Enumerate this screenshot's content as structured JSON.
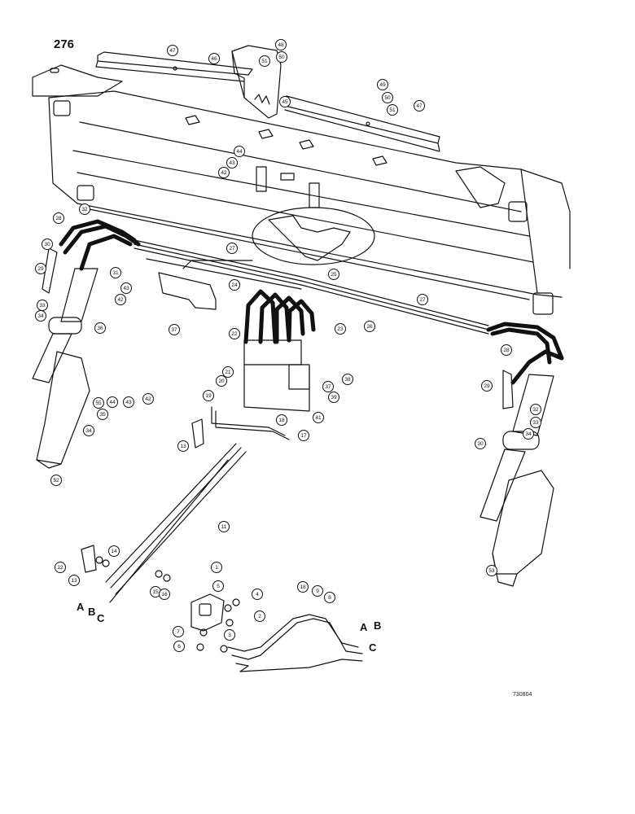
{
  "page_number": "276",
  "figure_code": "730804",
  "port_labels": {
    "a": "A",
    "b": "B",
    "c": "C"
  },
  "callouts": [
    {
      "id": "c47a",
      "label": "47"
    },
    {
      "id": "c46a",
      "label": "46"
    },
    {
      "id": "c48a",
      "label": "48"
    },
    {
      "id": "c50a",
      "label": "50"
    },
    {
      "id": "c51a",
      "label": "51"
    },
    {
      "id": "c45",
      "label": "45"
    },
    {
      "id": "c49",
      "label": "49"
    },
    {
      "id": "c50b",
      "label": "50"
    },
    {
      "id": "c51b",
      "label": "51"
    },
    {
      "id": "c47b",
      "label": "47"
    },
    {
      "id": "c44a",
      "label": "44"
    },
    {
      "id": "c43a",
      "label": "43"
    },
    {
      "id": "c42a",
      "label": "42"
    },
    {
      "id": "c28a",
      "label": "28"
    },
    {
      "id": "c32a",
      "label": "32"
    },
    {
      "id": "c30a",
      "label": "30"
    },
    {
      "id": "c29a",
      "label": "29"
    },
    {
      "id": "c31",
      "label": "31"
    },
    {
      "id": "c33a",
      "label": "33"
    },
    {
      "id": "c34a",
      "label": "34"
    },
    {
      "id": "c36a",
      "label": "36"
    },
    {
      "id": "c27a",
      "label": "27"
    },
    {
      "id": "c24",
      "label": "24"
    },
    {
      "id": "c25",
      "label": "25"
    },
    {
      "id": "c43b",
      "label": "43"
    },
    {
      "id": "c42b",
      "label": "42"
    },
    {
      "id": "c37a",
      "label": "37"
    },
    {
      "id": "c27b",
      "label": "27"
    },
    {
      "id": "c26",
      "label": "26"
    },
    {
      "id": "c22",
      "label": "22"
    },
    {
      "id": "c23",
      "label": "23"
    },
    {
      "id": "c21",
      "label": "21"
    },
    {
      "id": "c20",
      "label": "20"
    },
    {
      "id": "c19",
      "label": "19"
    },
    {
      "id": "c38",
      "label": "38"
    },
    {
      "id": "c39",
      "label": "39"
    },
    {
      "id": "c37b",
      "label": "37"
    },
    {
      "id": "c41",
      "label": "41"
    },
    {
      "id": "c18a",
      "label": "18"
    },
    {
      "id": "c17",
      "label": "17"
    },
    {
      "id": "c13a",
      "label": "13"
    },
    {
      "id": "c55",
      "label": "55"
    },
    {
      "id": "c44b",
      "label": "44"
    },
    {
      "id": "c43c",
      "label": "43"
    },
    {
      "id": "c42c",
      "label": "42"
    },
    {
      "id": "c35",
      "label": "35"
    },
    {
      "id": "c34b",
      "label": "34"
    },
    {
      "id": "c52",
      "label": "52"
    },
    {
      "id": "c11",
      "label": "11"
    },
    {
      "id": "c14",
      "label": "14"
    },
    {
      "id": "c12",
      "label": "12"
    },
    {
      "id": "c13b",
      "label": "13"
    },
    {
      "id": "c15",
      "label": "15"
    },
    {
      "id": "c16",
      "label": "16"
    },
    {
      "id": "c1",
      "label": "1"
    },
    {
      "id": "c5",
      "label": "5"
    },
    {
      "id": "c4",
      "label": "4"
    },
    {
      "id": "c2",
      "label": "2"
    },
    {
      "id": "c3",
      "label": "3"
    },
    {
      "id": "c7",
      "label": "7"
    },
    {
      "id": "c6",
      "label": "6"
    },
    {
      "id": "c18b",
      "label": "18"
    },
    {
      "id": "c9",
      "label": "9"
    },
    {
      "id": "c8",
      "label": "8"
    },
    {
      "id": "c28b",
      "label": "28"
    },
    {
      "id": "c29b",
      "label": "29"
    },
    {
      "id": "c32b",
      "label": "32"
    },
    {
      "id": "c33b",
      "label": "33"
    },
    {
      "id": "c34c",
      "label": "34"
    },
    {
      "id": "c30b",
      "label": "30"
    },
    {
      "id": "c53",
      "label": "53"
    }
  ]
}
